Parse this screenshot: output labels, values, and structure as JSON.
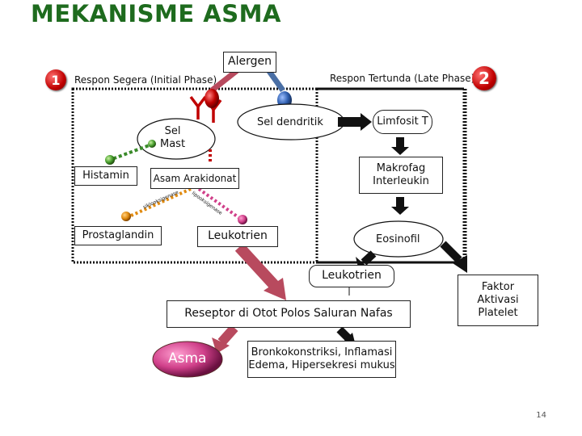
{
  "title": "MEKANISME ASMA",
  "allergen": "Alergen",
  "phases": {
    "initial": {
      "number": "1",
      "label": "Respon Segera (Initial Phase)"
    },
    "late": {
      "number": "2",
      "label": "Respon Tertunda (Late Phase)"
    }
  },
  "nodes": {
    "sel_mast": "Sel\nMast",
    "histamin": "Histamin",
    "asam_arakidonat": "Asam Arakidonat",
    "prostaglandin": "Prostaglandin",
    "leukotrien_left": "Leukotrien",
    "sel_dendritik": "Sel dendritik",
    "limfosit_t": "Limfosit T",
    "makrofag": "Makrofag\nInterleukin",
    "eosinofil": "Eosinofil",
    "leukotrien_center": "Leukotrien",
    "reseptor": "Reseptor di Otot Polos Saluran Nafas",
    "asma": "Asma",
    "outcome": "Bronkokonstriksi, Inflamasi\nEdema, Hipersekresi mukus",
    "faktor": "Faktor\nAktivasi\nPlatelet"
  },
  "enzymes": {
    "cyclo": "siklooksigenase",
    "lipo": "lipooksigenase"
  },
  "page_number": "14",
  "colors": {
    "title": "#1e6b1e",
    "arrow_pink": "#b84a5e",
    "arrow_black": "#111111",
    "arrow_blue": "#4a6fa5",
    "dotted_green": "#3a8a2a",
    "dotted_red": "#c00000"
  }
}
